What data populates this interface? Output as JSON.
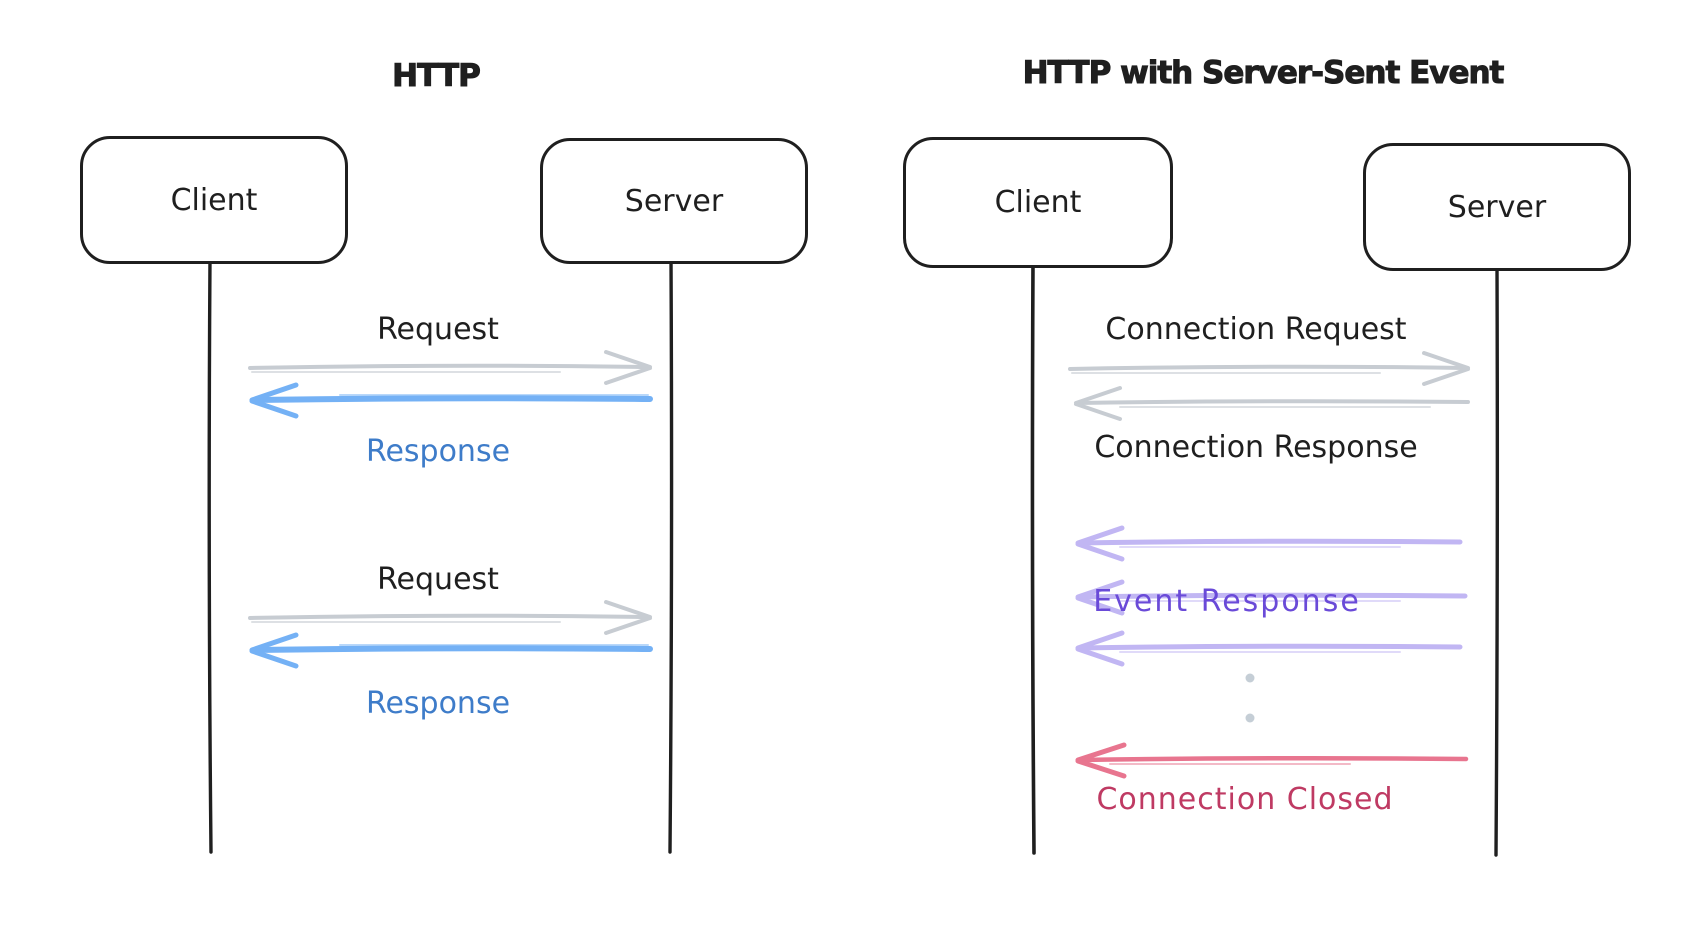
{
  "left": {
    "title": "HTTP",
    "actors": {
      "client": "Client",
      "server": "Server"
    },
    "messages": [
      {
        "label": "Request",
        "from": "client",
        "to": "server",
        "color_key": "gray_arrow"
      },
      {
        "label": "Response",
        "from": "server",
        "to": "client",
        "color_key": "blue_arrow"
      },
      {
        "label": "Request",
        "from": "client",
        "to": "server",
        "color_key": "gray_arrow"
      },
      {
        "label": "Response",
        "from": "server",
        "to": "client",
        "color_key": "blue_arrow"
      }
    ]
  },
  "right": {
    "title": "HTTP with Server-Sent Event",
    "actors": {
      "client": "Client",
      "server": "Server"
    },
    "messages": [
      {
        "label": "Connection Request",
        "from": "client",
        "to": "server",
        "color_key": "gray_arrow"
      },
      {
        "label": "Connection Response",
        "from": "server",
        "to": "client",
        "color_key": "gray_arrow"
      },
      {
        "label": "Event Response",
        "from": "server",
        "to": "client",
        "color_key": "purple_arrow",
        "repeats": 3
      },
      {
        "label": "Connection Closed",
        "from": "server",
        "to": "client",
        "color_key": "red_arrow"
      }
    ]
  },
  "colors": {
    "ink": "#1f1f1f",
    "gray_arrow": "#c7ccd2",
    "blue_arrow": "#74b1f5",
    "blue_text": "#3e7cc9",
    "purple_arrow": "#c1b6f3",
    "purple_text": "#6a4ad8",
    "red_arrow": "#e8758f",
    "red_text": "#bf3a63",
    "dot": "#c5ced6"
  }
}
